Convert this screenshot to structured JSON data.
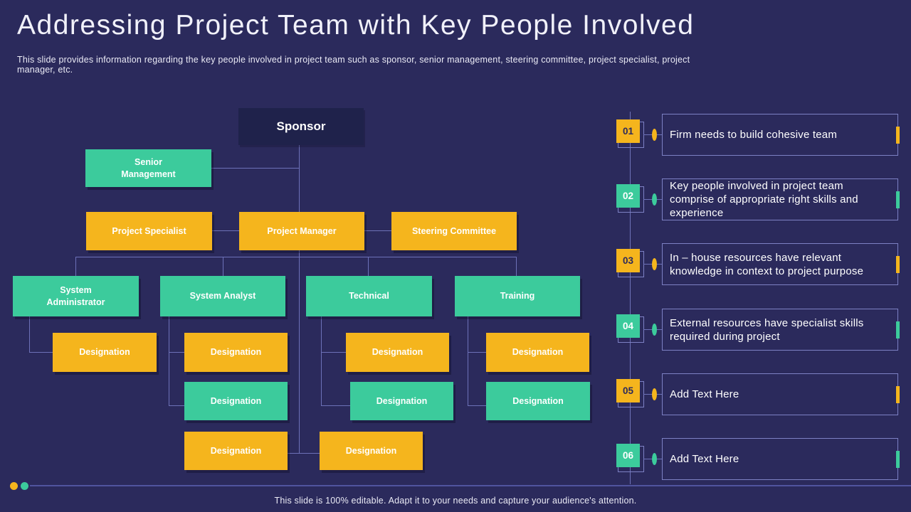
{
  "slide": {
    "title": "Addressing Project Team with Key People Involved",
    "subtitle": "This slide provides information regarding the key people involved in project team such as sponsor, senior management, steering committee, project specialist, project manager, etc.",
    "footer": "This slide is 100% editable. Adapt it to your needs and capture your audience's attention."
  },
  "org": {
    "sponsor": "Sponsor",
    "senior_management": "Senior Management",
    "level3": [
      "Project Specialist",
      "Project Manager",
      "Steering Committee"
    ],
    "level4": [
      "System Administrator",
      "System Analyst",
      "Technical",
      "Training"
    ],
    "designation_label": "Designation"
  },
  "panel": {
    "items": [
      {
        "number": "01",
        "color": "yellow",
        "text": "Firm needs to build cohesive team"
      },
      {
        "number": "02",
        "color": "teal",
        "text": "Key people involved in project team comprise of appropriate right skills and experience"
      },
      {
        "number": "03",
        "color": "yellow",
        "text": "In – house resources have relevant knowledge in context to project purpose"
      },
      {
        "number": "04",
        "color": "teal",
        "text": "External resources have specialist skills required during project"
      },
      {
        "number": "05",
        "color": "yellow",
        "text": "Add Text Here"
      },
      {
        "number": "06",
        "color": "teal",
        "text": "Add Text Here"
      }
    ]
  },
  "colors": {
    "background": "#2b2a5c",
    "yellow": "#f5b51d",
    "teal": "#3ccb9c",
    "dark_node": "#1f224b",
    "connector": "#6d71b8",
    "panel_border": "#7d81c4"
  }
}
